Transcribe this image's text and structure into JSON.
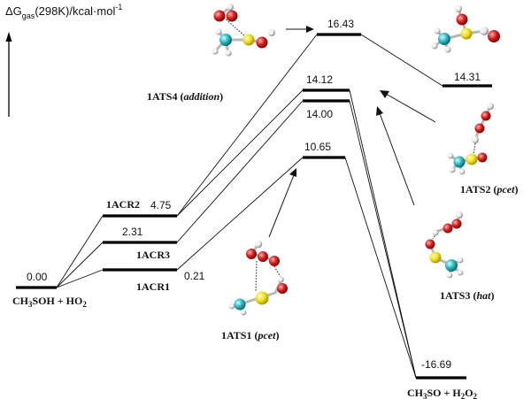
{
  "axis": {
    "title_main": "ΔG",
    "title_sub": "gas",
    "title_rest": "(298K)/kcal·mol",
    "title_sup": "-1"
  },
  "levels": {
    "reactants": {
      "energy": "0.00",
      "name_main": "CH",
      "name_sub1": "3",
      "name_mid": "SOH + HO",
      "name_sub2": "2"
    },
    "acr1": {
      "energy": "0.21",
      "name": "1ACR1"
    },
    "acr3": {
      "energy": "2.31",
      "name": "1ACR3"
    },
    "acr2": {
      "energy": "4.75",
      "name": "1ACR2"
    },
    "ts1": {
      "energy": "10.65",
      "name": "1ATS1",
      "type": "pcet"
    },
    "ts3": {
      "energy": "14.00",
      "name": "1ATS3",
      "type": "hat"
    },
    "ts2": {
      "energy": "14.12",
      "name": "1ATS2",
      "type": "pcet"
    },
    "ts4": {
      "energy": "16.43",
      "name": "1ATS4",
      "type": "addition"
    },
    "ts4_product": {
      "energy": "14.31"
    },
    "products": {
      "energy": "-16.69",
      "name_main": "CH",
      "name_sub1": "3",
      "name_mid": "SO + H",
      "name_sub2": "2",
      "name_end": "O",
      "name_sub3": "2"
    }
  },
  "colors": {
    "oxygen": "#d42020",
    "sulfur": "#f0e020",
    "carbon": "#30b8c0",
    "hydrogen": "#f0f0f0",
    "line": "#000000"
  },
  "molecule_icons": [
    "ts4-structure",
    "ts4-product-structure",
    "ts2-structure",
    "ts3-structure",
    "ts1-structure"
  ]
}
